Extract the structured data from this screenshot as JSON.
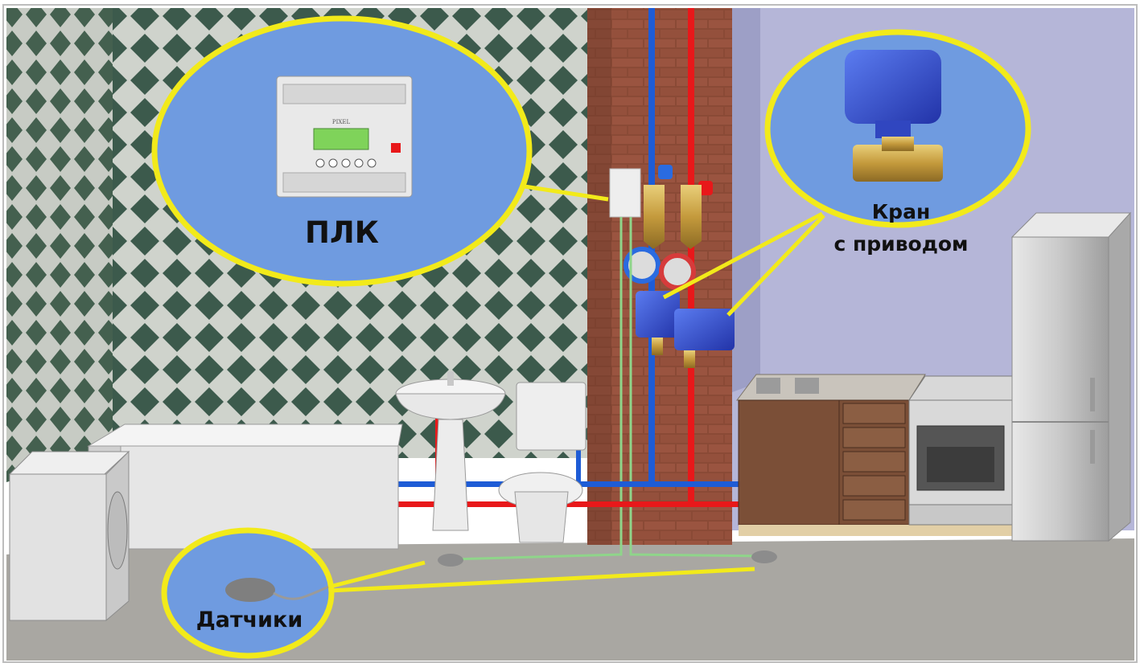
{
  "callouts": {
    "plc": {
      "label": "ПЛК"
    },
    "valve": {
      "label_line1": "Кран",
      "label_line2": "с приводом"
    },
    "sensors": {
      "label": "Датчики"
    }
  },
  "device_text": {
    "plc_brand": "PIXEL"
  },
  "colors": {
    "callout_fill": "#6f9be0",
    "callout_border": "#f2ea1a",
    "hot_pipe": "#e8181a",
    "cold_pipe": "#1e5cd6",
    "sensor_wire": "#8fd58a",
    "back_wall": "#b5b6d8",
    "tile_dark": "#3c5a4c",
    "tile_light": "#cfd3cc",
    "brick": "#8a4a36",
    "floor": "#a9a7a2"
  },
  "icons": {
    "plc": "plc-controller-icon",
    "valve": "motorized-ball-valve-icon",
    "sensor": "leak-sensor-icon"
  }
}
